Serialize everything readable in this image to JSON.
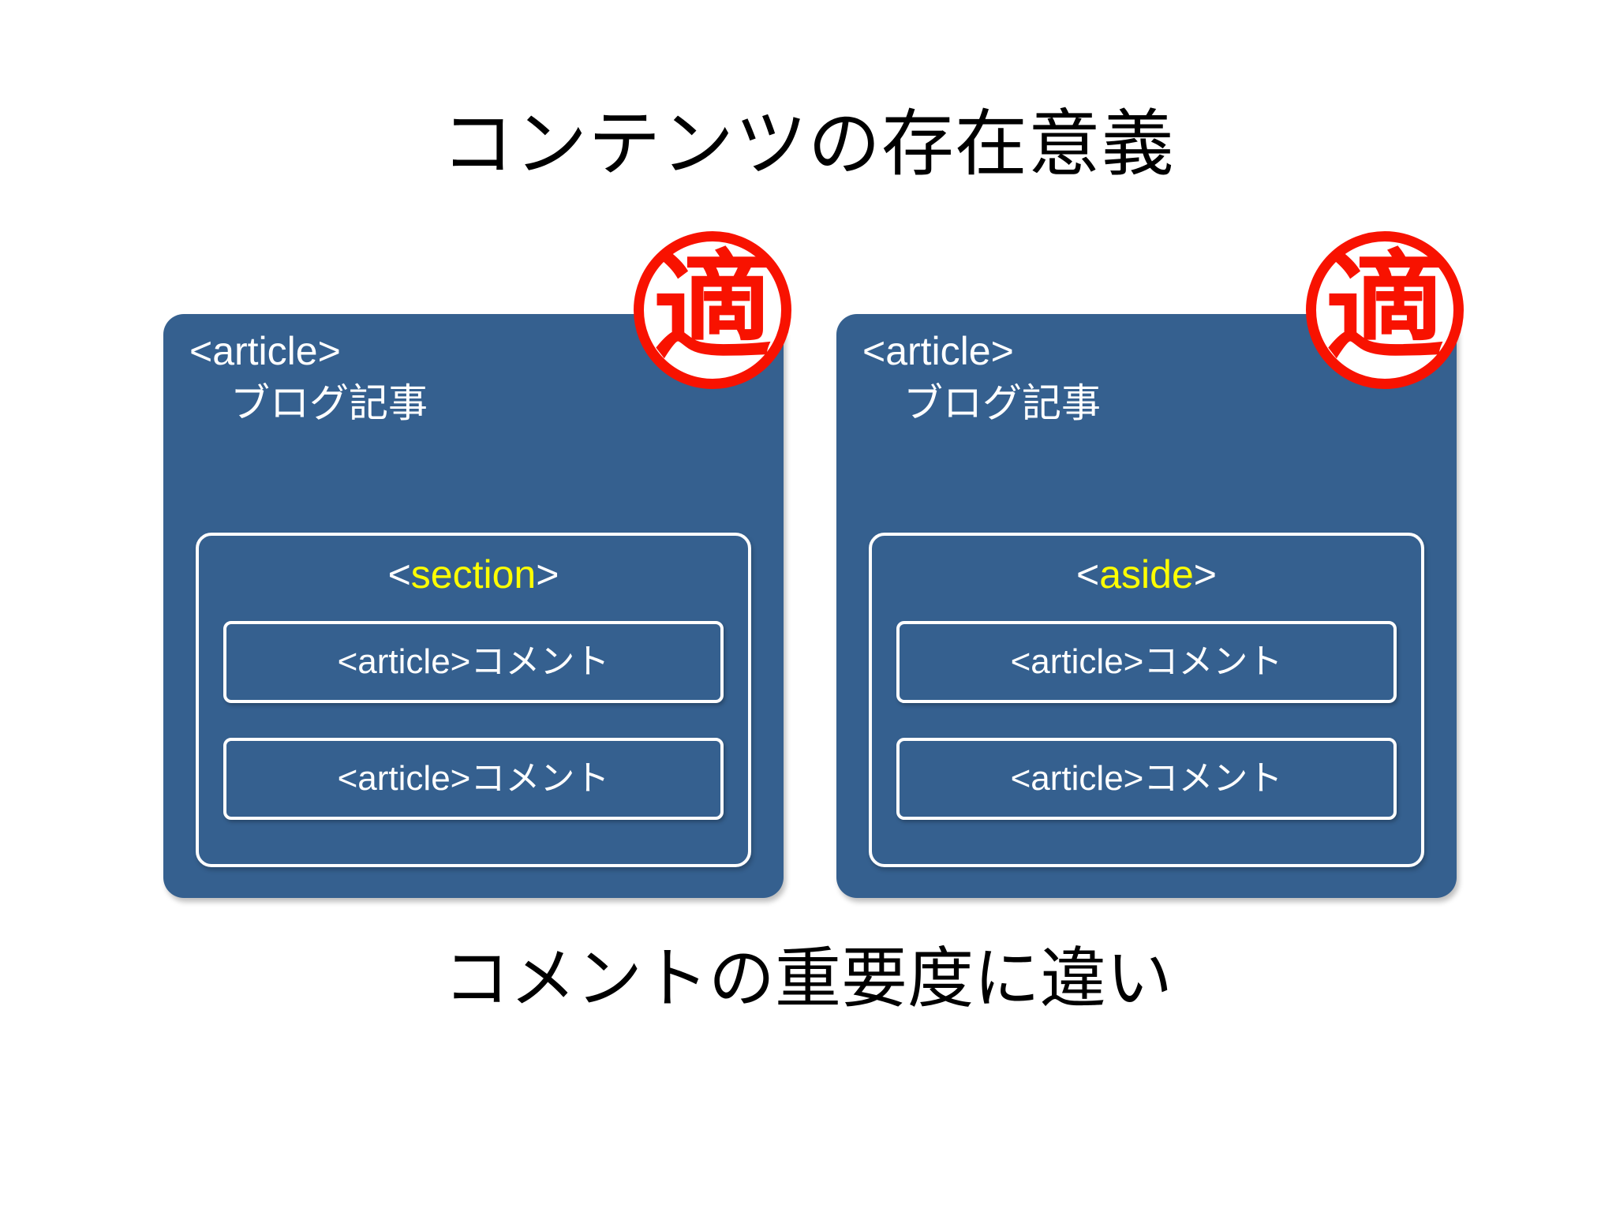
{
  "slide": {
    "title": "コンテンツの存在意義",
    "caption": "コメントの重要度に違い",
    "background_color": "#FFFFFF",
    "panel_color": "#35608F",
    "highlight_color": "#FFFF00",
    "stamp_color": "#F81200",
    "text_color": "#FFFFFF"
  },
  "panels": [
    {
      "tag": "<article>",
      "subtitle": "ブログ記事",
      "inner": {
        "bracket_open": "<",
        "name": "section",
        "bracket_close": ">",
        "comments": [
          "<article>コメント",
          "<article>コメント"
        ]
      },
      "stamp": {
        "char": "適",
        "name": "approval-stamp"
      }
    },
    {
      "tag": "<article>",
      "subtitle": "ブログ記事",
      "inner": {
        "bracket_open": "<",
        "name": "aside",
        "bracket_close": ">",
        "comments": [
          "<article>コメント",
          "<article>コメント"
        ]
      },
      "stamp": {
        "char": "適",
        "name": "approval-stamp"
      }
    }
  ]
}
